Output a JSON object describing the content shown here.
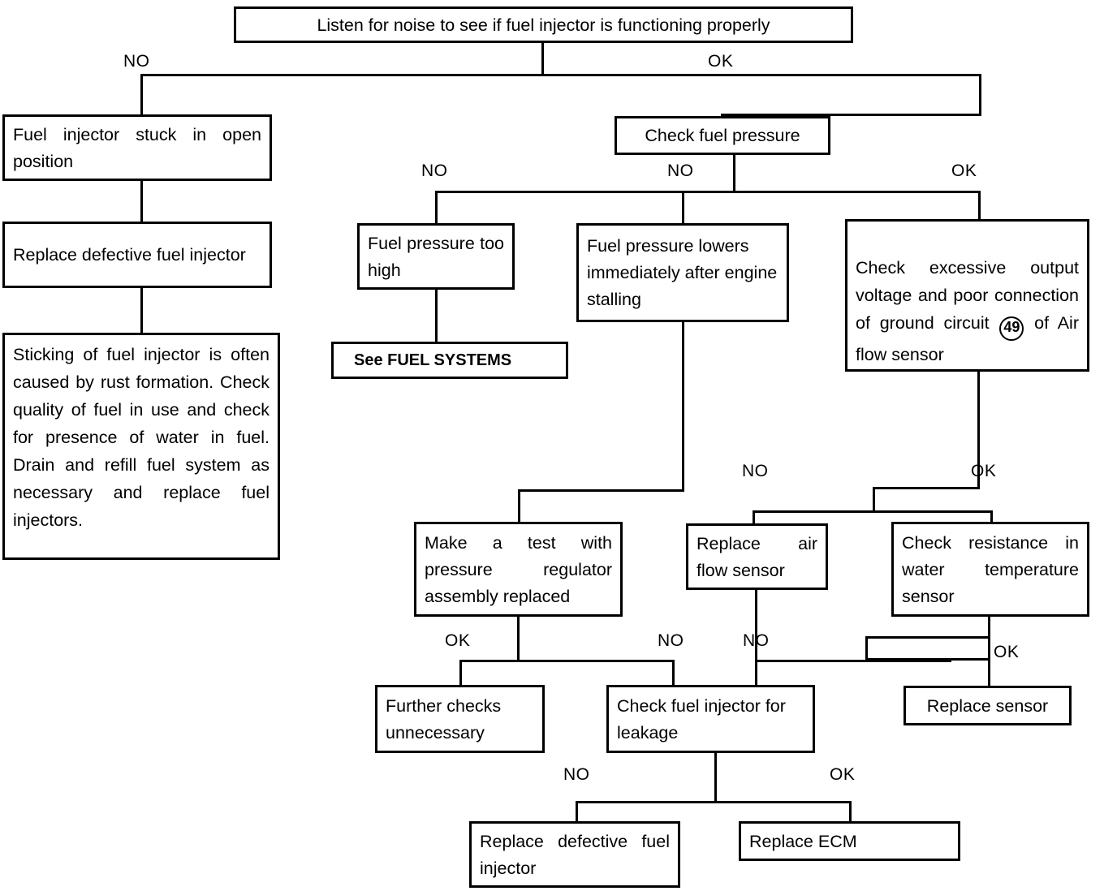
{
  "diagram": {
    "title": "Fuel injector diagnostic flowchart",
    "type": "flowchart",
    "line_color": "#000000",
    "box_border_color": "#000000",
    "background": "#ffffff"
  },
  "nodes": {
    "listen": "Listen for noise to see if fuel injector is functioning properly",
    "stuck_open": "Fuel injector stuck in open position",
    "replace_defective_injector_left": "Replace defective fuel injector",
    "sticking_note": "Sticking of fuel injector is often caused by rust formation.  Check quality of fuel in use and check for presence of water in fuel.   Drain and refill fuel system as necessary and replace fuel injectors.",
    "check_fuel_pressure": "Check fuel pressure",
    "pressure_too_high": "Fuel pressure too high",
    "see_fuel_systems": "See FUEL SYSTEMS",
    "pressure_lowers": "Fuel pressure lowers immediately after engine stalling",
    "check_excessive_pre": "Check excessive output voltage and poor connection of ground circuit ",
    "check_excessive_circuit_num": "49",
    "check_excessive_post": " of Air flow sensor",
    "make_a_test": "Make a test with pressure regulator assembly replaced",
    "replace_air_flow_sensor": "Replace air flow sensor",
    "check_resistance_water": "Check resistance in water temperature sensor",
    "further_checks": "Further checks unnecessary",
    "check_injector_leakage": "Check fuel injector for leakage",
    "replace_sensor": "Replace sensor",
    "replace_defective_injector_bottom": "Replace defective fuel injector",
    "replace_ecm": "Replace ECM"
  },
  "edge_labels": {
    "listen_no": "NO",
    "listen_ok": "OK",
    "pressure_no_left": "NO",
    "pressure_no_mid": "NO",
    "pressure_ok_right": "OK",
    "ground_no": "NO",
    "ground_ok": "OK",
    "test_ok": "OK",
    "test_no": "NO",
    "airflow_no": "NO",
    "water_ok": "OK",
    "leak_no": "NO",
    "leak_ok": "OK"
  }
}
